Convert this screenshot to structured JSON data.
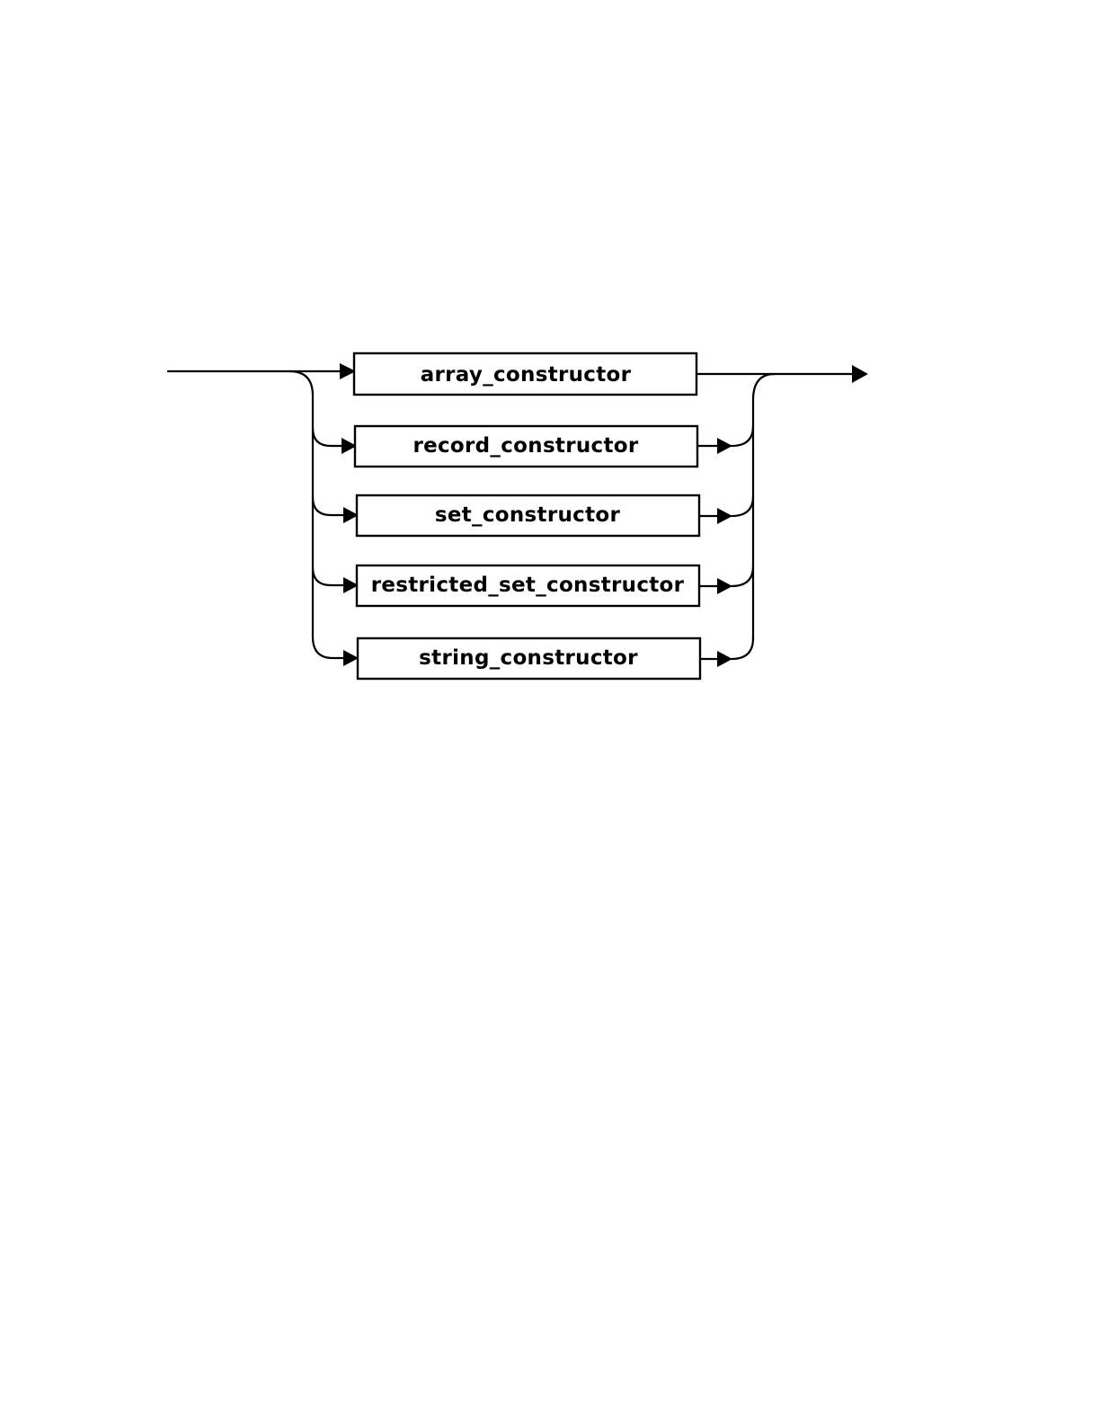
{
  "diagram": {
    "alternatives": [
      {
        "label": "array_constructor"
      },
      {
        "label": "record_constructor"
      },
      {
        "label": "set_constructor"
      },
      {
        "label": "restricted_set_constructor"
      },
      {
        "label": "string_constructor"
      }
    ]
  }
}
